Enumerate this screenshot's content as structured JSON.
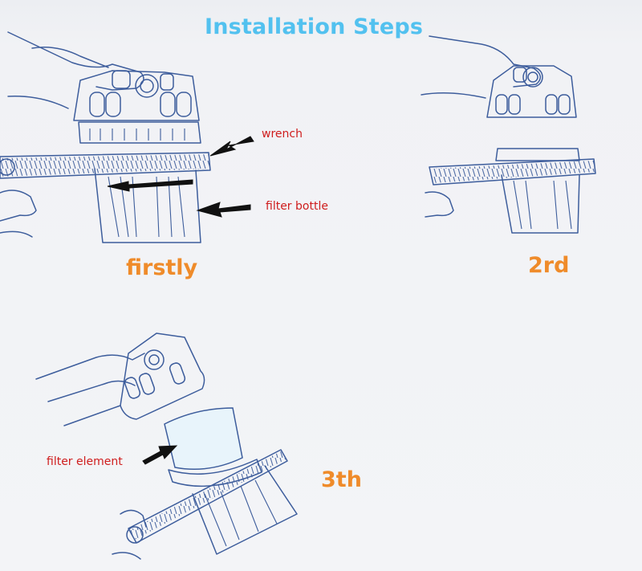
{
  "title": "Installation Steps",
  "steps": [
    {
      "label": "firstly"
    },
    {
      "label": "2rd"
    },
    {
      "label": "3th"
    }
  ],
  "labels": {
    "wrench": "wrench",
    "filter_bottle": "filter bottle",
    "filter_element": "filter element"
  },
  "colors": {
    "title": "#52c1ef",
    "step": "#ef8b2a",
    "label": "#cf1d1d",
    "line_art": "#3d5d9c"
  }
}
